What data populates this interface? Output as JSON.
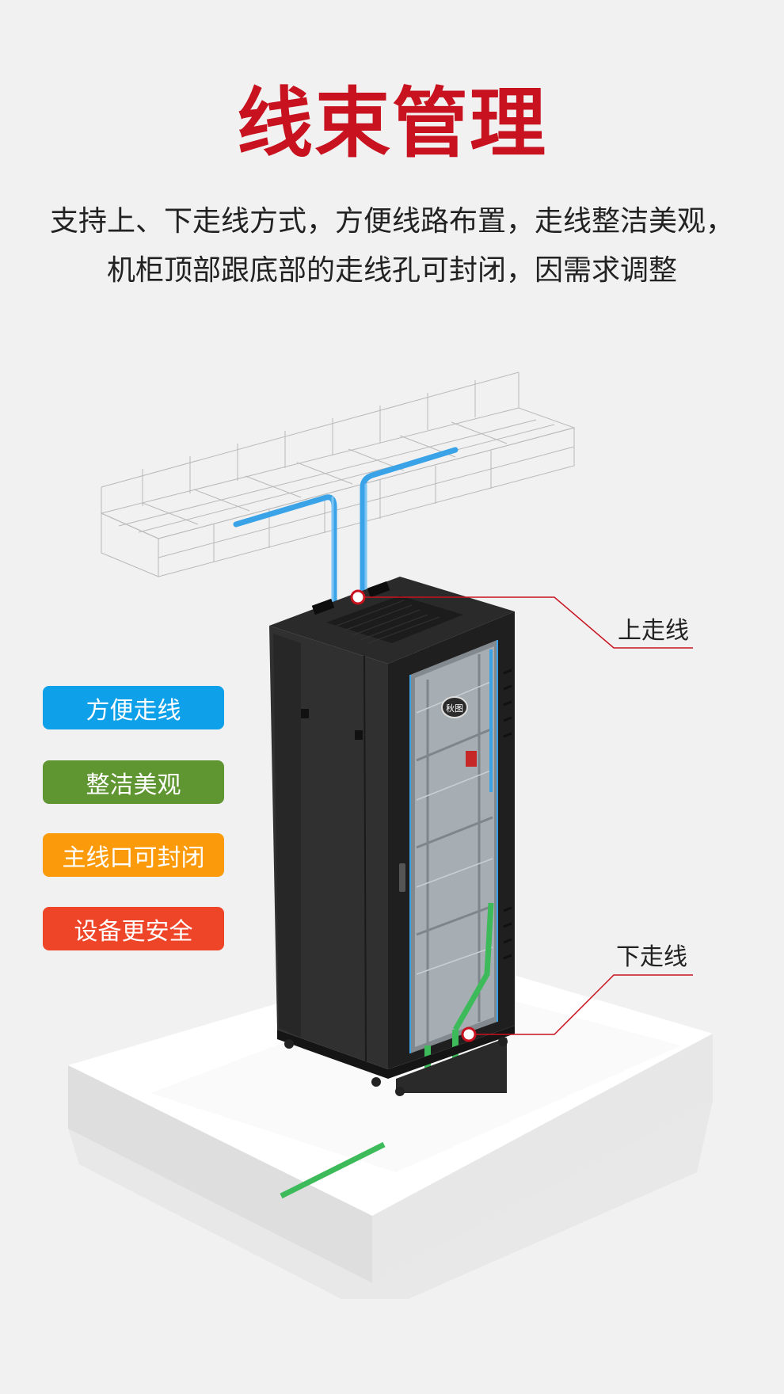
{
  "header": {
    "title": "线束管理",
    "description_line1": "支持上、下走线方式，方便线路布置，走线整洁美观，",
    "description_line2": "机柜顶部跟底部的走线孔可封闭，因需求调整"
  },
  "features": [
    {
      "label": "方便走线",
      "color": "#0ea0e8"
    },
    {
      "label": "整洁美观",
      "color": "#5f9632"
    },
    {
      "label": "主线口可封闭",
      "color": "#fb9a0a"
    },
    {
      "label": "设备更安全",
      "color": "#ee4428"
    }
  ],
  "callouts": {
    "top": "上走线",
    "bottom": "下走线"
  },
  "cabinet": {
    "logo_text": "秋图"
  }
}
